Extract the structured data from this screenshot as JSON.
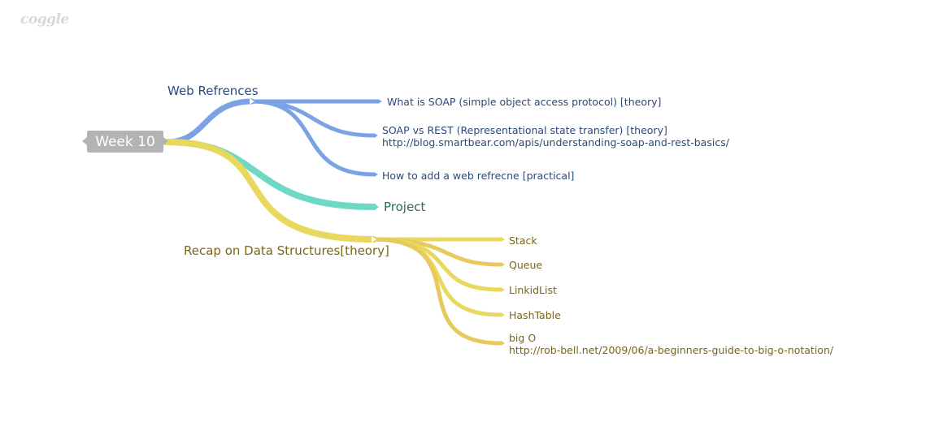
{
  "app": {
    "logo": "coggle"
  },
  "colors": {
    "web_branch": "#7ba3e3",
    "project_branch": "#6fd8c4",
    "recap_branch": "#e8d85e",
    "recap_alt": "#e8c95e",
    "root_bg": "#b3b3b3"
  },
  "root": {
    "label": "Week 10"
  },
  "web": {
    "label": "Web Refrences",
    "items": [
      {
        "lines": [
          "What is SOAP (simple object access protocol) [theory]"
        ]
      },
      {
        "lines": [
          "SOAP vs REST (Representational state transfer) [theory]",
          "http://blog.smartbear.com/apis/understanding-soap-and-rest-basics/"
        ]
      },
      {
        "lines": [
          "How to add a web refrecne [practical]"
        ]
      }
    ]
  },
  "project": {
    "label": "Project"
  },
  "recap": {
    "label": "Recap on Data Structures[theory]",
    "items": [
      {
        "lines": [
          "Stack"
        ]
      },
      {
        "lines": [
          "Queue"
        ]
      },
      {
        "lines": [
          "LinkidList"
        ]
      },
      {
        "lines": [
          "HashTable"
        ]
      },
      {
        "lines": [
          "big O",
          "http://rob-bell.net/2009/06/a-beginners-guide-to-big-o-notation/"
        ]
      }
    ]
  }
}
